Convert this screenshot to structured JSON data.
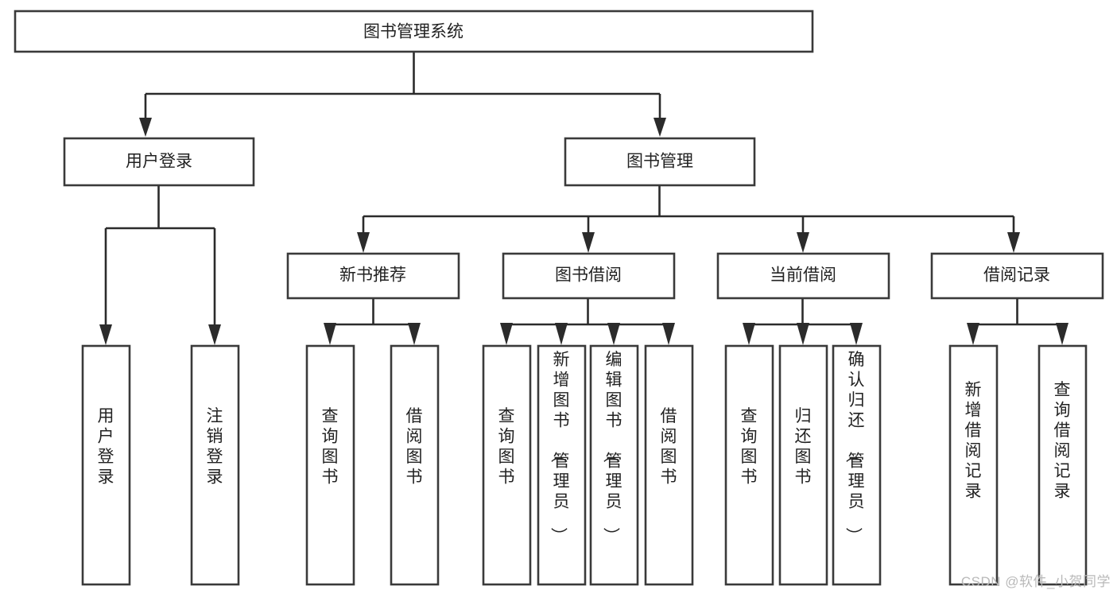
{
  "diagram": {
    "type": "tree-hierarchy",
    "title": "图书管理系统",
    "watermark": "CSDN @软件_小贺同学",
    "colors": {
      "box_fill": "#ffffff",
      "box_stroke": "#3a3a3a",
      "connector": "#2b2b2b",
      "text": "#222222",
      "background": "#ffffff",
      "watermark": "#b9b9b9"
    },
    "levels": {
      "root": {
        "label": "图书管理系统"
      },
      "level2": [
        {
          "id": "user-login",
          "label": "用户登录"
        },
        {
          "id": "book-management",
          "label": "图书管理"
        }
      ],
      "level3": [
        {
          "id": "new-book-recommend",
          "label": "新书推荐",
          "parent": "book-management"
        },
        {
          "id": "book-borrow",
          "label": "图书借阅",
          "parent": "book-management"
        },
        {
          "id": "current-borrow",
          "label": "当前借阅",
          "parent": "book-management"
        },
        {
          "id": "borrow-record",
          "label": "借阅记录",
          "parent": "book-management"
        }
      ],
      "leaves": [
        {
          "id": "leaf-user-login",
          "label": "用户登录",
          "parent": "user-login"
        },
        {
          "id": "leaf-logout",
          "label": "注销登录",
          "parent": "user-login"
        },
        {
          "id": "leaf-query-book-1",
          "label": "查询图书",
          "parent": "new-book-recommend"
        },
        {
          "id": "leaf-borrow-book-1",
          "label": "借阅图书",
          "parent": "new-book-recommend"
        },
        {
          "id": "leaf-query-book-2",
          "label": "查询图书",
          "parent": "book-borrow"
        },
        {
          "id": "leaf-add-book",
          "label": "新增图书（管理员）",
          "parent": "book-borrow"
        },
        {
          "id": "leaf-edit-book",
          "label": "编辑图书（管理员）",
          "parent": "book-borrow"
        },
        {
          "id": "leaf-borrow-book-2",
          "label": "借阅图书",
          "parent": "book-borrow"
        },
        {
          "id": "leaf-query-book-3",
          "label": "查询图书",
          "parent": "current-borrow"
        },
        {
          "id": "leaf-return-book",
          "label": "归还图书",
          "parent": "current-borrow"
        },
        {
          "id": "leaf-confirm-return",
          "label": "确认归还（管理员）",
          "parent": "current-borrow"
        },
        {
          "id": "leaf-add-record",
          "label": "新增借阅记录",
          "parent": "borrow-record"
        },
        {
          "id": "leaf-query-record",
          "label": "查询借阅记录",
          "parent": "borrow-record"
        }
      ]
    }
  }
}
